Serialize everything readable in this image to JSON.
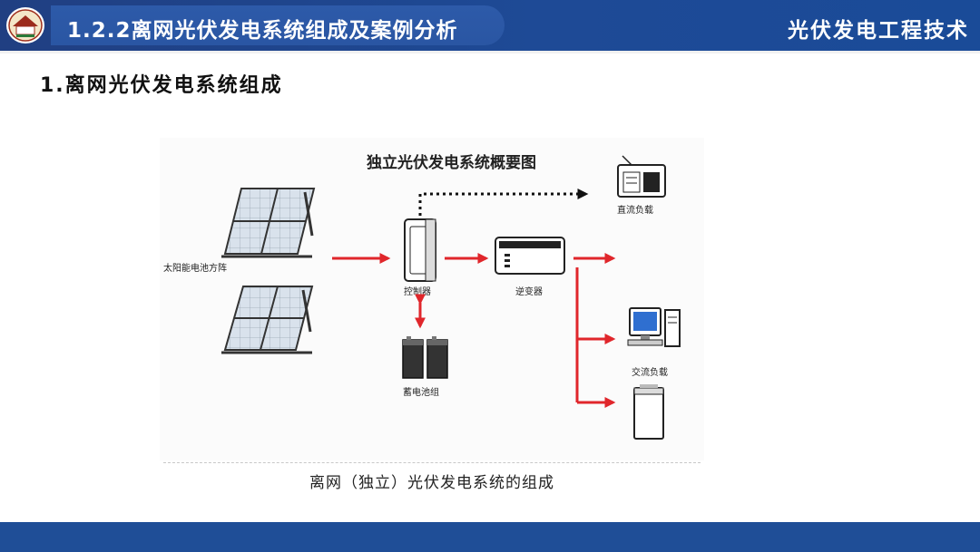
{
  "header": {
    "title": "1.2.2离网光伏发电系统组成及案例分析",
    "course_name": "光伏发电工程技术"
  },
  "section": {
    "title": "1.离网光伏发电系统组成"
  },
  "diagram": {
    "title": "独立光伏发电系统概要图",
    "labels": {
      "solar_array": "太阳能电池方阵",
      "controller": "控制器",
      "inverter": "逆变器",
      "battery": "蓄电池组",
      "dc_load": "直流负载",
      "ac_load": "交流负载"
    },
    "caption": "离网（独立）光伏发电系统的组成"
  },
  "colors": {
    "header_blue": "#1e4a96",
    "arrow_red": "#e0262b",
    "footer_blue": "#1f4e97"
  }
}
